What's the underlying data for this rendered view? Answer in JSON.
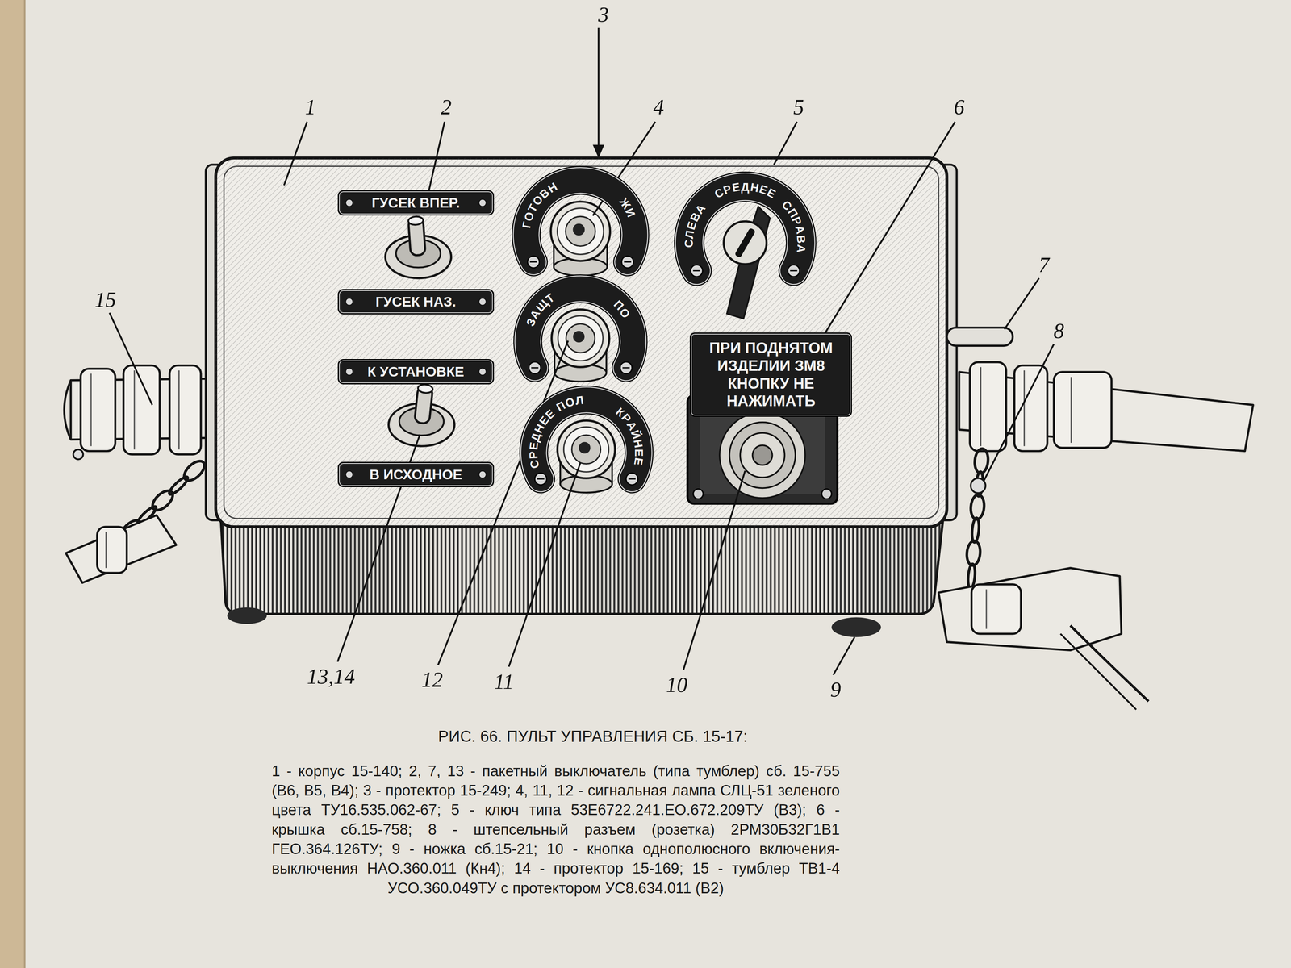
{
  "diagram": {
    "caption": "РИС. 66. ПУЛЬТ УПРАВЛЕНИЯ СБ. 15-17:",
    "nodes": [
      {
        "text": [
          "ГУСЕК ВПЕР."
        ]
      },
      {
        "text": [
          "ГОТОВН",
          "ЖИ"
        ]
      },
      {
        "text": [
          "СЛЕВА",
          "СРЕДНЕЕ",
          "СПРАВА"
        ]
      },
      {
        "text": [
          "ГУСЕК НАЗ."
        ]
      },
      {
        "text": [
          "ЗАЩТ",
          "ПО"
        ]
      },
      {
        "text": [
          "ПРИ ПОДНЯТОМ ИЗДЕЛИИ ЗМ8 КНОПКУ НЕ НАЖИМАТЬ"
        ]
      },
      {
        "text": [
          "К УСТАНОВКЕ"
        ]
      },
      {
        "text": [
          "В ИСХОДНОЕ"
        ]
      },
      {
        "text": [
          "СРЕДНЕЕ ПОЛ",
          "КРАЙНЕЕ"
        ]
      }
    ],
    "labels": [
      "3",
      "1",
      "2",
      "4",
      "5",
      "6",
      "15",
      "7",
      "8",
      "13,14",
      "12",
      "11",
      "10",
      "9",
      "1 - корпус 15-140; 2, 7, 13 - пакетный выключатель (типа тумблер) сб. 15-755 (В6, В5, В4); 3 - протектор 15-249; 4, 11, 12 - сигнальная лампа СЛЦ-51 зеленого цвета ТУ16.535.062-67; 5 - ключ типа 53Е6722.241.ЕО.672.209ТУ (В3); 6 - крышка сб.15-758; 8 - штепсельный разъем (розетка) 2РМ30Б32Г1В1 ГЕО.364.126ТУ; 9 - ножка сб.15-21; 10 - кнопка однополюсного включения-выключения НАО.360.011 (Кн4); 14 - протектор 15-169; 15 - тумблер ТВ1-4 УСО.360.049ТУ с протектором УС8.634.011 (В2)"
    ]
  }
}
